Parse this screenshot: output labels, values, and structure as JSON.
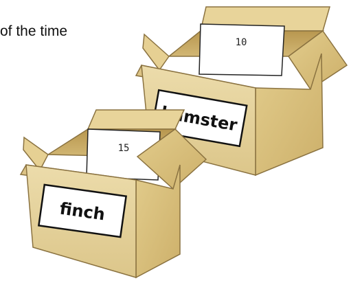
{
  "caption": "of the time",
  "boxes": [
    {
      "label": "hamster",
      "value": "10"
    },
    {
      "label": "finch",
      "value": "15"
    }
  ],
  "colors": {
    "cardboard_light": "#ead9a7",
    "cardboard_mid": "#d9c07c",
    "cardboard_dark": "#c3a25a",
    "outline": "#8a7240"
  }
}
